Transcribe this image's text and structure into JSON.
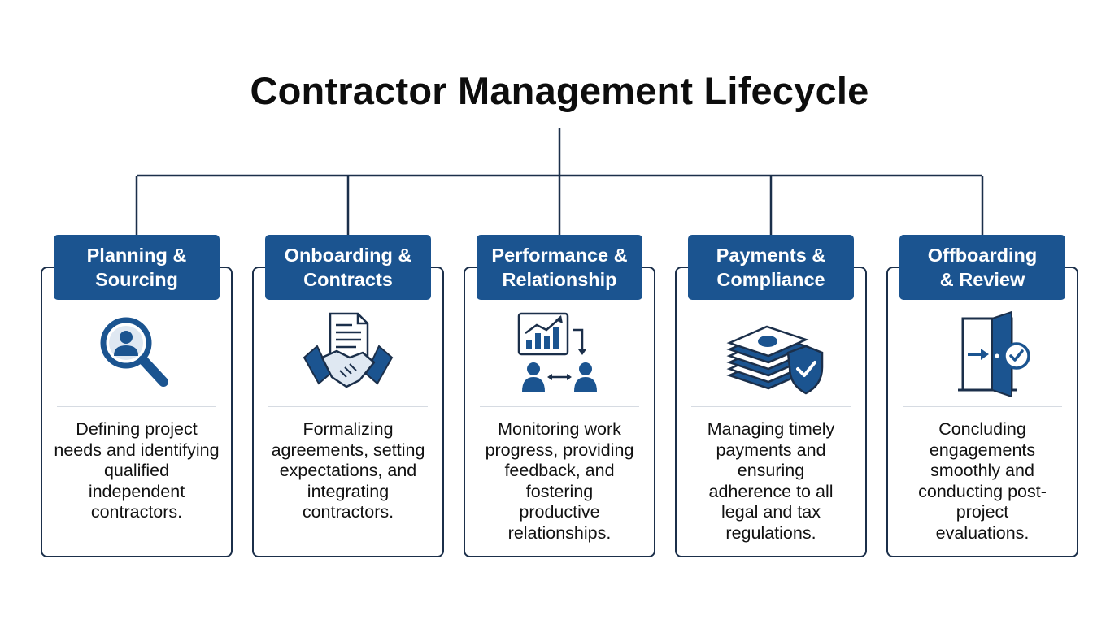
{
  "title": "Contractor Management Lifecycle",
  "colors": {
    "accent": "#1b5490",
    "line": "#1b2f4a"
  },
  "stages": [
    {
      "header": "Planning &\nSourcing",
      "icon": "magnifier-person-icon",
      "description": "Defining project\nneeds and identifying\nqualified\nindependent\ncontractors."
    },
    {
      "header": "Onboarding &\nContracts",
      "icon": "contract-handshake-icon",
      "description": "Formalizing\nagreements, setting\nexpectations, and\nintegrating\ncontractors."
    },
    {
      "header": "Performance &\nRelationship",
      "icon": "chart-people-icon",
      "description": "Monitoring work\nprogress, providing\nfeedback, and\nfostering\nproductive\nrelationships."
    },
    {
      "header": "Payments &\nCompliance",
      "icon": "money-shield-icon",
      "description": "Managing timely\npayments and\nensuring\nadherence to all\nlegal and tax\nregulations."
    },
    {
      "header": "Offboarding\n& Review",
      "icon": "exit-door-check-icon",
      "description": "Concluding\nengagements\nsmoothly and\nconducting post-\nproject\nevaluations."
    }
  ]
}
